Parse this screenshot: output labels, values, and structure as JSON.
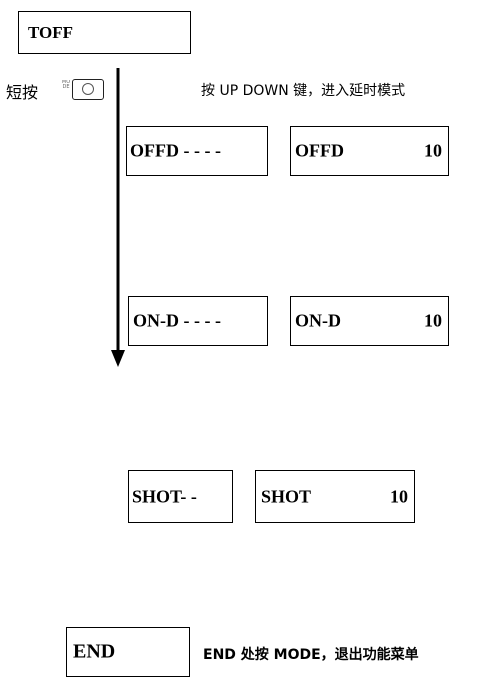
{
  "top_box": {
    "label": "TOFF"
  },
  "short_press": {
    "text": "短按",
    "key_caption": "MODE",
    "key_icon": "round-button-icon"
  },
  "instruction": "按 UP DOWN 键，进入延时模式",
  "rows": [
    {
      "left": "OFFD - - - -",
      "right_label": "OFFD",
      "right_value": "10"
    },
    {
      "left": "ON-D - - - -",
      "right_label": "ON-D",
      "right_value": "10"
    },
    {
      "left": "SHOT- -",
      "right_label": "SHOT",
      "right_value": "10"
    }
  ],
  "end_box": {
    "label": "END"
  },
  "end_note": "END 处按 MODE，退出功能菜单"
}
